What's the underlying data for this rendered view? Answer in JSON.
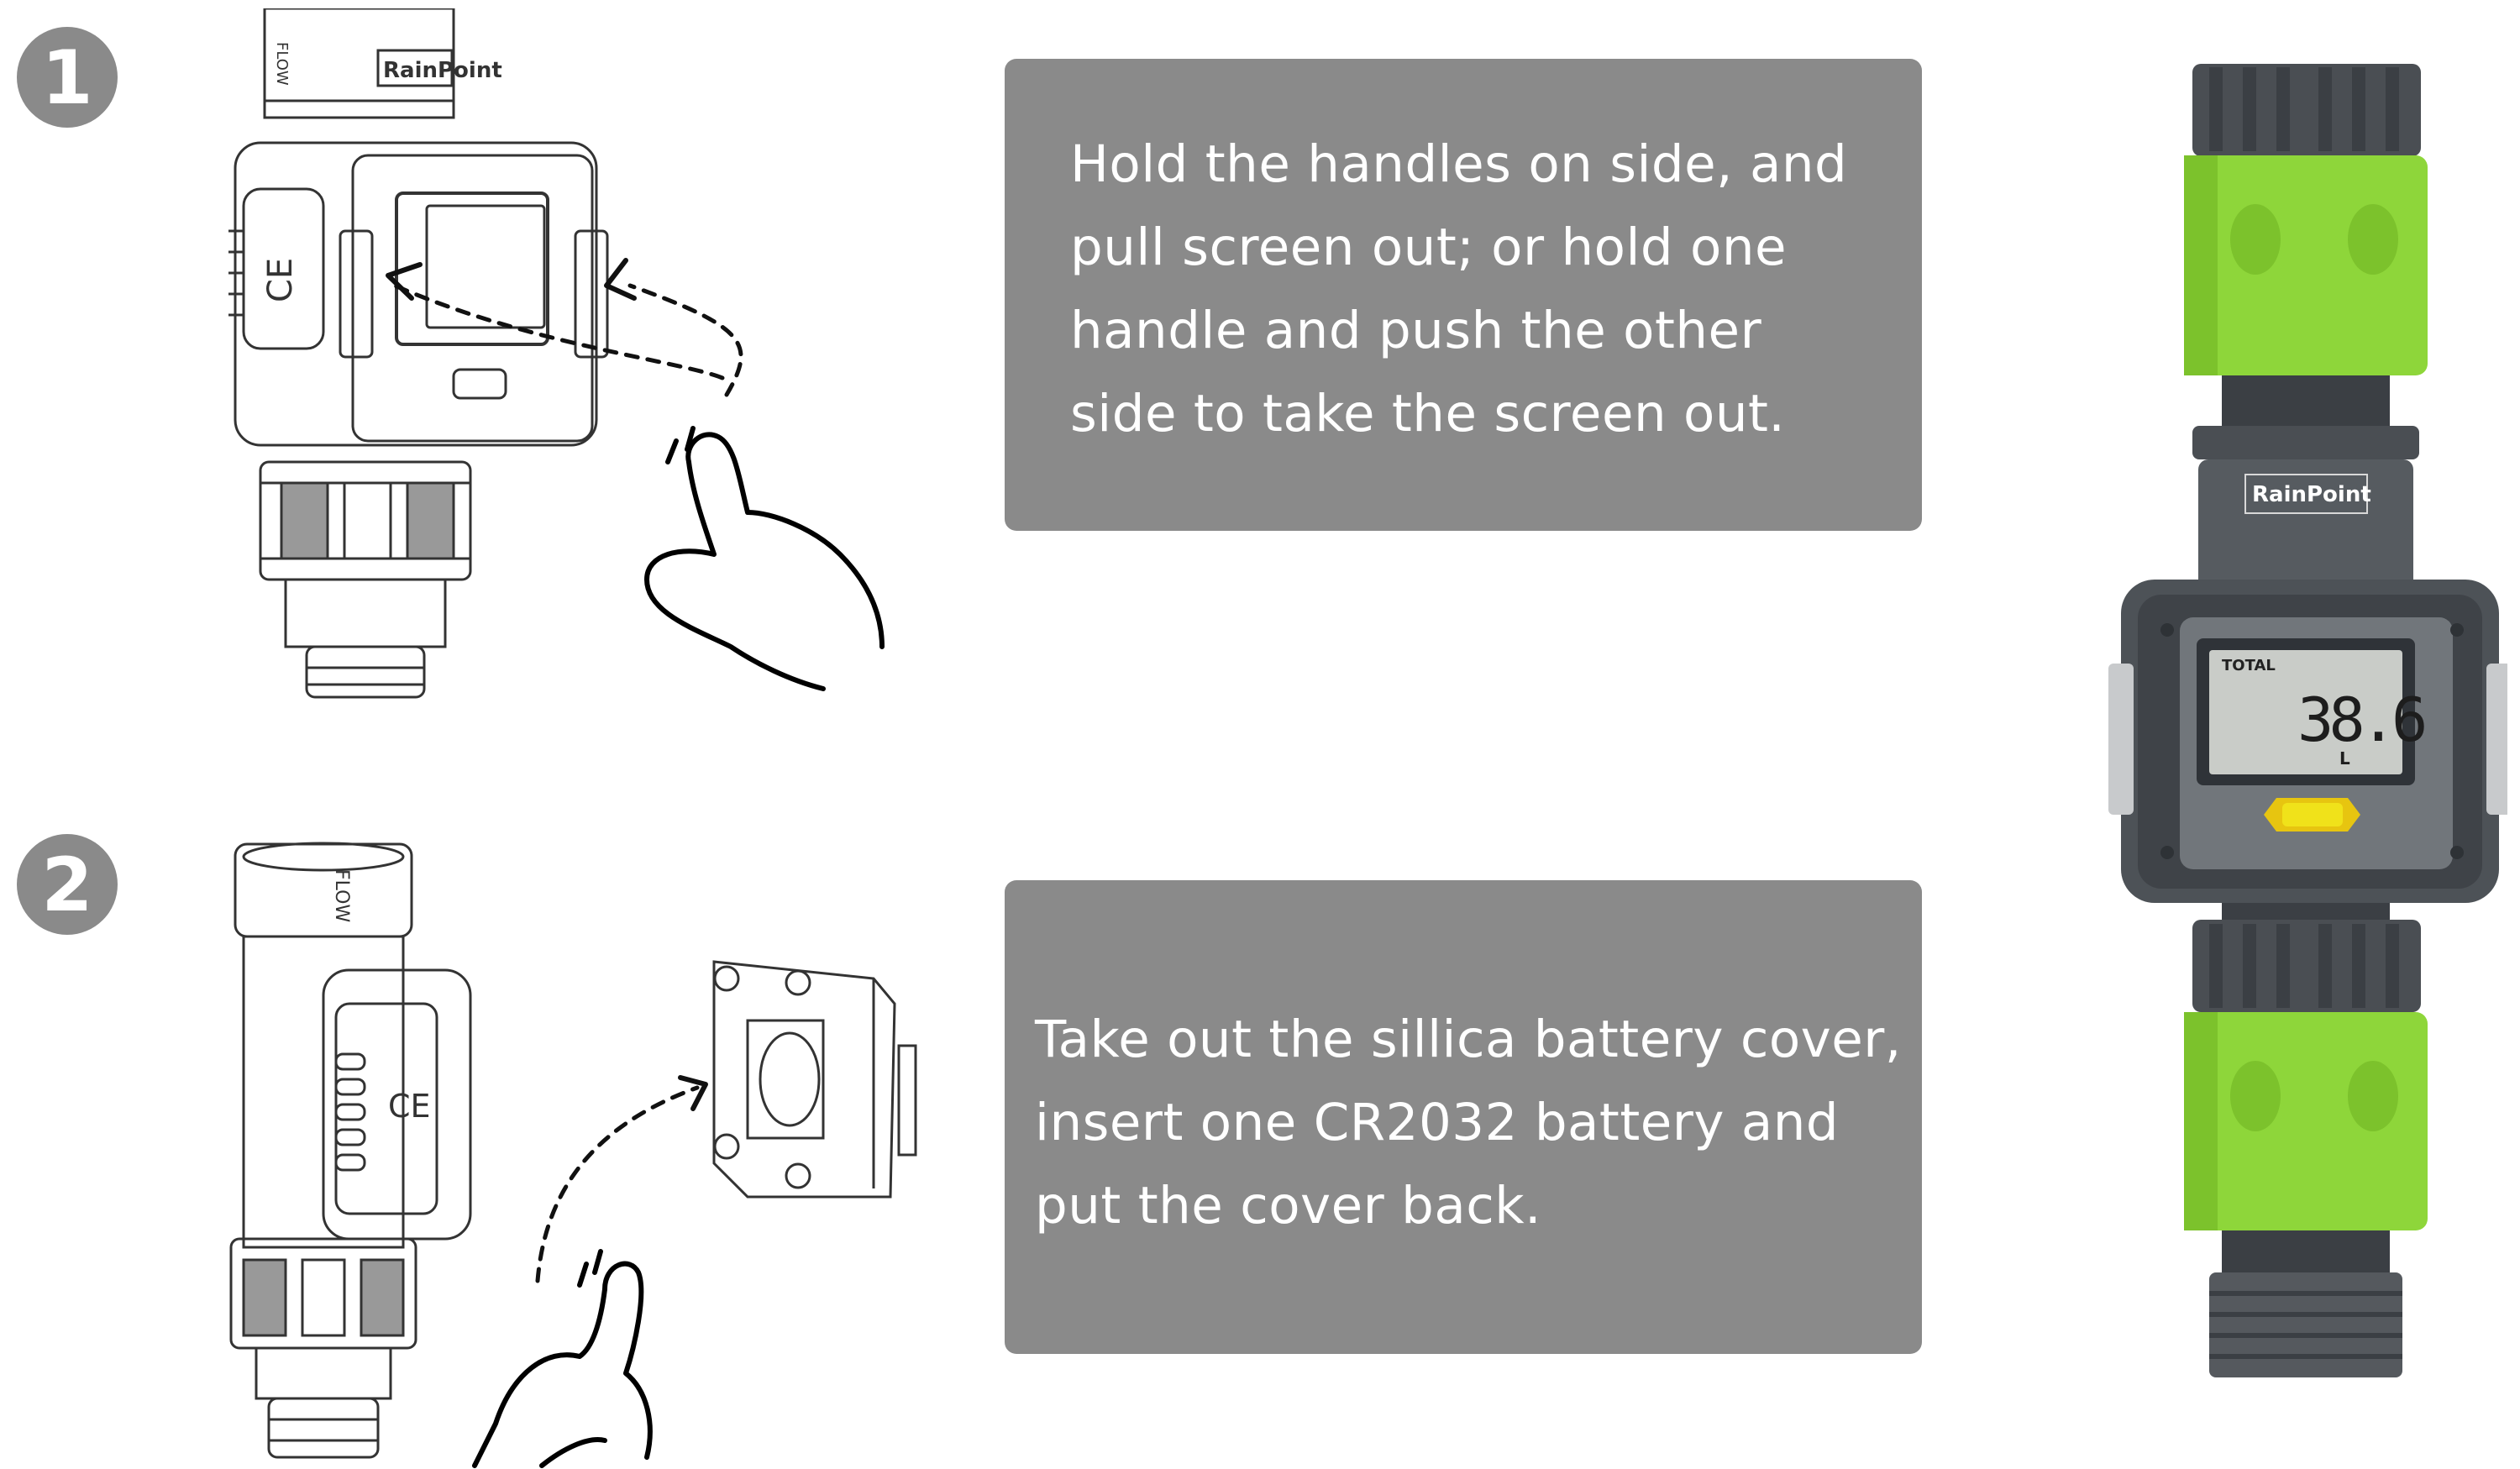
{
  "steps": [
    {
      "number": "1",
      "instruction": "Hold the handles on side, and\npull screen out; or hold one\nhandle and push the other\nside to take the screen out."
    },
    {
      "number": "2",
      "instruction": "Take out the sillica battery cover,\ninsert one CR2032 battery and\nput the cover back."
    }
  ],
  "device": {
    "brand": "RainPoint",
    "flow_label": "FLOW",
    "ce_mark": "CE",
    "lcd_label": "TOTAL",
    "lcd_value": "38.6",
    "lcd_unit": "L"
  },
  "colors": {
    "box_bg": "#8a8a8a",
    "badge_bg": "#8a8a8a",
    "accent_green": "#8ed63a",
    "body_dark": "#4d5257",
    "lcd_bg": "#c9ccc8",
    "button_yellow": "#f0e21a"
  }
}
